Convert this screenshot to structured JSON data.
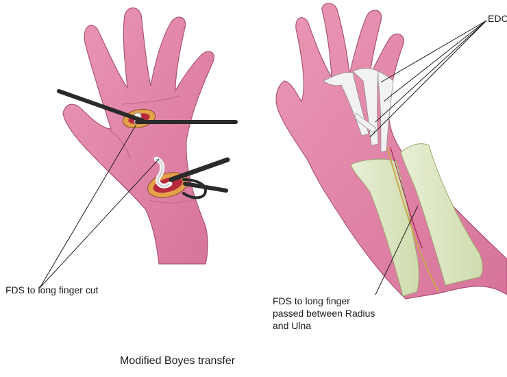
{
  "labels": {
    "fds_cut": "FDS to long finger cut",
    "edc": "EDC",
    "fds_passed_line1": "FDS to long finger",
    "fds_passed_line2": "passed between Radius",
    "fds_passed_line3": "and Ulna"
  },
  "caption": "Modified Boyes transfer",
  "colors": {
    "skin": "#e58aac",
    "skin_shade": "#d7739a",
    "skin_outline": "#a85378",
    "tendon": "#f2f2f2",
    "bone": "#dfe8c6",
    "incision": "#e3a24a",
    "blood": "#b8283c",
    "instrument": "#2a2a2a"
  }
}
